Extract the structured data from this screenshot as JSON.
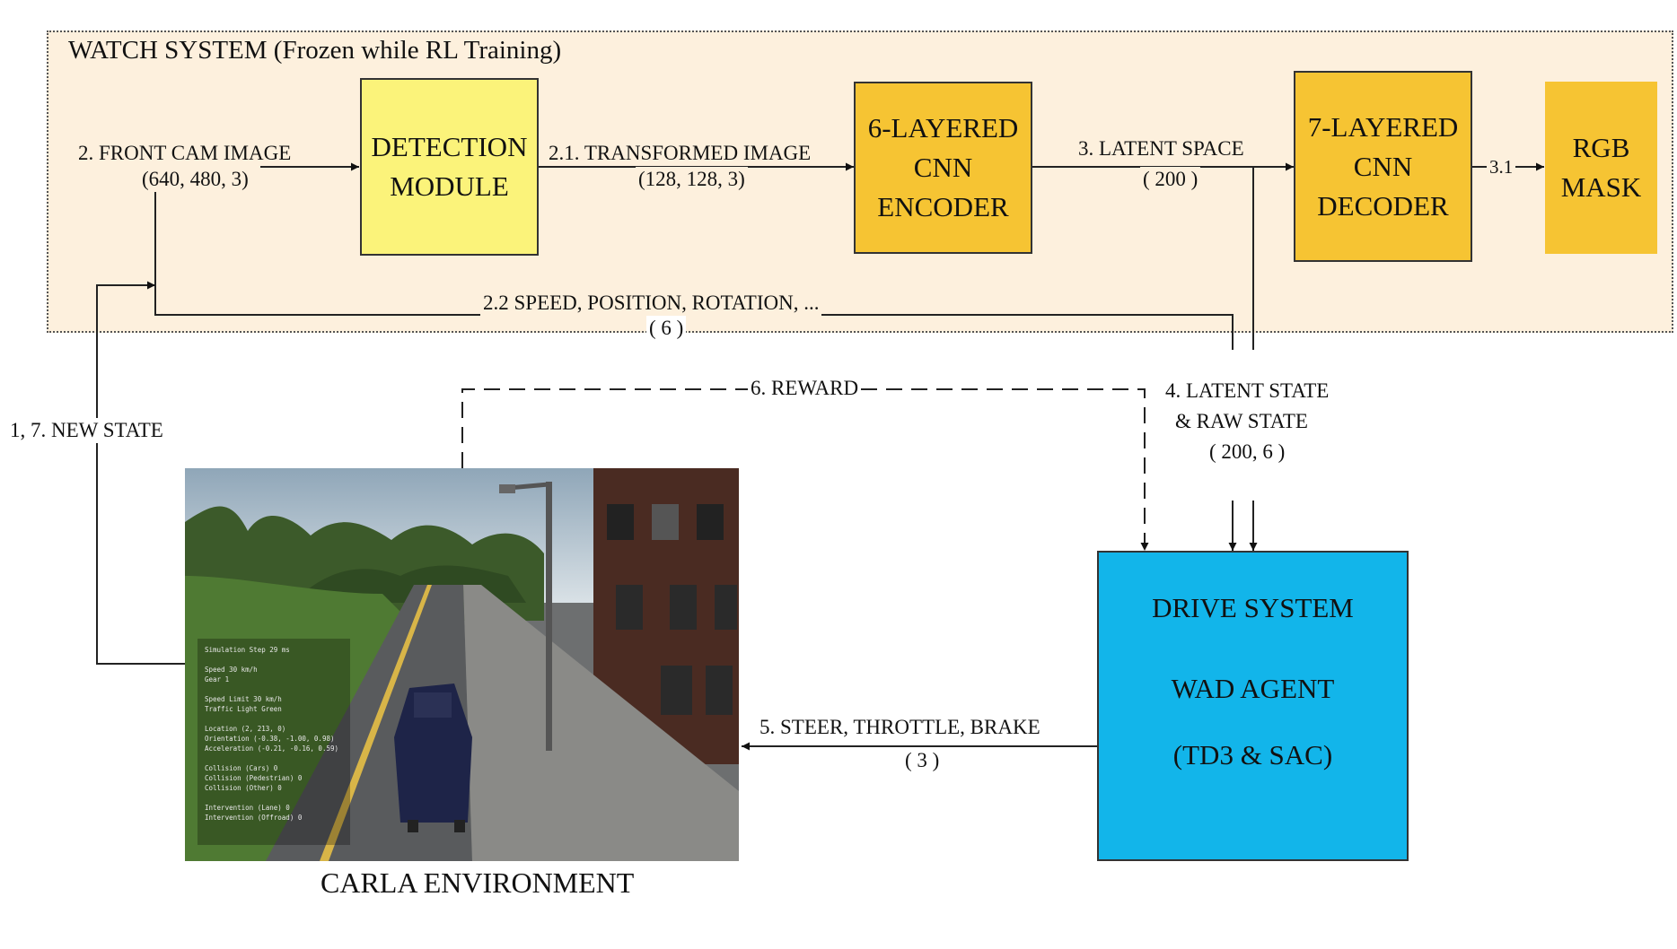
{
  "watch_system": {
    "title": "WATCH SYSTEM  (Frozen while RL Training)",
    "fill": "#fdf0dd"
  },
  "boxes": {
    "detection": {
      "line1": "DETECTION",
      "line2": "MODULE",
      "fill": "#fbf37a"
    },
    "encoder": {
      "line1": "6-LAYERED",
      "line2": "CNN",
      "line3": "ENCODER",
      "fill": "#f6c433"
    },
    "decoder": {
      "line1": "7-LAYERED",
      "line2": "CNN",
      "line3": "DECODER",
      "fill": "#f6c433"
    },
    "rgb_mask": {
      "line1": "RGB",
      "line2": "MASK",
      "fill": "#f6c433"
    },
    "drive": {
      "line1": "DRIVE SYSTEM",
      "line2": "WAD AGENT",
      "line3": "(TD3 & SAC)",
      "fill": "#12b5ea"
    }
  },
  "labels": {
    "front_cam": "2.  FRONT CAM IMAGE",
    "front_cam_dim": "(640, 480, 3)",
    "transformed": "2.1.  TRANSFORMED IMAGE",
    "transformed_dim": "(128, 128, 3)",
    "latent_space": "3.  LATENT SPACE",
    "latent_space_dim": "( 200 )",
    "step_3_1": "3.1",
    "speed_pos": "2.2   SPEED, POSITION, ROTATION, ...",
    "speed_pos_dim": "( 6 )",
    "reward": "6.  REWARD",
    "latent_state_1": "4. LATENT STATE",
    "latent_state_2": "&  RAW STATE",
    "latent_state_3": "( 200, 6 )",
    "new_state": "1, 7.  NEW STATE",
    "steer": "5.  STEER, THROTTLE, BRAKE",
    "steer_dim": "( 3 )"
  },
  "carla": {
    "title": "CARLA  ENVIRONMENT",
    "hud": [
      "Simulation Step  29 ms",
      "",
      "Speed          30 km/h",
      "Gear           1",
      "",
      "Speed Limit    30 km/h",
      "Traffic Light  Green",
      "",
      "Location       (2, 213, 0)",
      "Orientation    (-0.38, -1.00, 0.98)",
      "Acceleration   (-0.21, -0.16, 0.59)",
      "",
      "Collision (Cars)        0",
      "Collision (Pedestrian)  0",
      "Collision (Other)       0",
      "",
      "Intervention (Lane)     0",
      "Intervention (Offroad)  0"
    ]
  }
}
